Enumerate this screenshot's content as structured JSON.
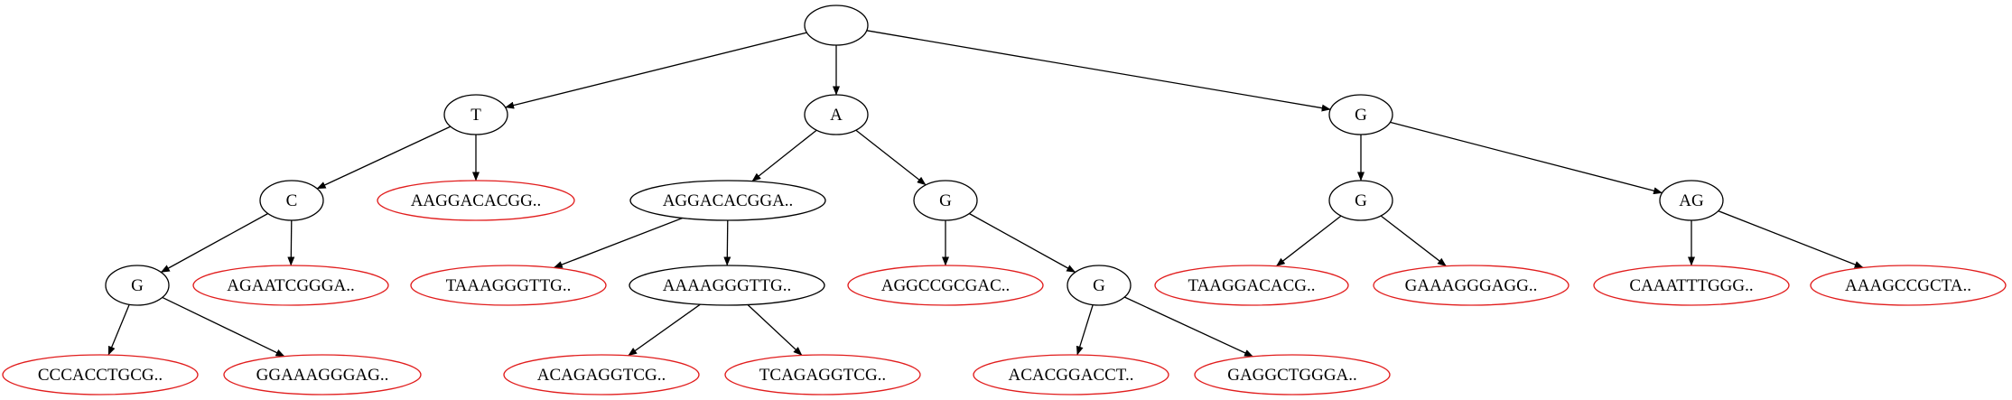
{
  "colors": {
    "internal_stroke": "#000000",
    "leaf_stroke": "#e11d1d",
    "edge": "#000000",
    "background": "#ffffff"
  },
  "tree": {
    "nodes": [
      {
        "id": "root",
        "label": "",
        "kind": "internal"
      },
      {
        "id": "n-T",
        "label": "T",
        "kind": "internal"
      },
      {
        "id": "n-A",
        "label": "A",
        "kind": "internal"
      },
      {
        "id": "n-G",
        "label": "G",
        "kind": "internal"
      },
      {
        "id": "n-TC",
        "label": "C",
        "kind": "internal"
      },
      {
        "id": "n-T-leaf",
        "label": "AAGGACACGG..",
        "kind": "leaf"
      },
      {
        "id": "n-A-long",
        "label": "AGGACACGGA..",
        "kind": "internal"
      },
      {
        "id": "n-AG",
        "label": "G",
        "kind": "internal"
      },
      {
        "id": "n-GG",
        "label": "G",
        "kind": "internal"
      },
      {
        "id": "n-GAG",
        "label": "AG",
        "kind": "internal"
      },
      {
        "id": "n-TCG",
        "label": "G",
        "kind": "internal"
      },
      {
        "id": "n-TC-leaf",
        "label": "AGAATCGGGA..",
        "kind": "leaf"
      },
      {
        "id": "n-A-long-leaf",
        "label": "TAAAGGGTTG..",
        "kind": "leaf"
      },
      {
        "id": "n-A-long-int",
        "label": "AAAAGGGTTG..",
        "kind": "internal"
      },
      {
        "id": "n-AG-leaf",
        "label": "AGGCCGCGAC..",
        "kind": "leaf"
      },
      {
        "id": "n-AGG",
        "label": "G",
        "kind": "internal"
      },
      {
        "id": "n-GG-leaf1",
        "label": "TAAGGACACG..",
        "kind": "leaf"
      },
      {
        "id": "n-GG-leaf2",
        "label": "GAAAGGGAGG..",
        "kind": "leaf"
      },
      {
        "id": "n-GAG-leaf1",
        "label": "CAAATTTGGG..",
        "kind": "leaf"
      },
      {
        "id": "n-GAG-leaf2",
        "label": "AAAGCCGCTA..",
        "kind": "leaf"
      },
      {
        "id": "n-TCG-leaf1",
        "label": "CCCACCTGCG..",
        "kind": "leaf"
      },
      {
        "id": "n-TCG-leaf2",
        "label": "GGAAAGGGAG..",
        "kind": "leaf"
      },
      {
        "id": "n-A-long-int-leaf1",
        "label": "ACAGAGGTCG..",
        "kind": "leaf"
      },
      {
        "id": "n-A-long-int-leaf2",
        "label": "TCAGAGGTCG..",
        "kind": "leaf"
      },
      {
        "id": "n-AGG-leaf1",
        "label": "ACACGGACCT..",
        "kind": "leaf"
      },
      {
        "id": "n-AGG-leaf2",
        "label": "GAGGCTGGGA..",
        "kind": "leaf"
      }
    ],
    "edges": [
      {
        "from": "root",
        "to": "n-T"
      },
      {
        "from": "root",
        "to": "n-A"
      },
      {
        "from": "root",
        "to": "n-G"
      },
      {
        "from": "n-T",
        "to": "n-TC"
      },
      {
        "from": "n-T",
        "to": "n-T-leaf"
      },
      {
        "from": "n-A",
        "to": "n-A-long"
      },
      {
        "from": "n-A",
        "to": "n-AG"
      },
      {
        "from": "n-G",
        "to": "n-GG"
      },
      {
        "from": "n-G",
        "to": "n-GAG"
      },
      {
        "from": "n-TC",
        "to": "n-TCG"
      },
      {
        "from": "n-TC",
        "to": "n-TC-leaf"
      },
      {
        "from": "n-A-long",
        "to": "n-A-long-leaf"
      },
      {
        "from": "n-A-long",
        "to": "n-A-long-int"
      },
      {
        "from": "n-AG",
        "to": "n-AG-leaf"
      },
      {
        "from": "n-AG",
        "to": "n-AGG"
      },
      {
        "from": "n-GG",
        "to": "n-GG-leaf1"
      },
      {
        "from": "n-GG",
        "to": "n-GG-leaf2"
      },
      {
        "from": "n-GAG",
        "to": "n-GAG-leaf1"
      },
      {
        "from": "n-GAG",
        "to": "n-GAG-leaf2"
      },
      {
        "from": "n-TCG",
        "to": "n-TCG-leaf1"
      },
      {
        "from": "n-TCG",
        "to": "n-TCG-leaf2"
      },
      {
        "from": "n-A-long-int",
        "to": "n-A-long-int-leaf1"
      },
      {
        "from": "n-A-long-int",
        "to": "n-A-long-int-leaf2"
      },
      {
        "from": "n-AGG",
        "to": "n-AGG-leaf1"
      },
      {
        "from": "n-AGG",
        "to": "n-AGG-leaf2"
      }
    ]
  }
}
